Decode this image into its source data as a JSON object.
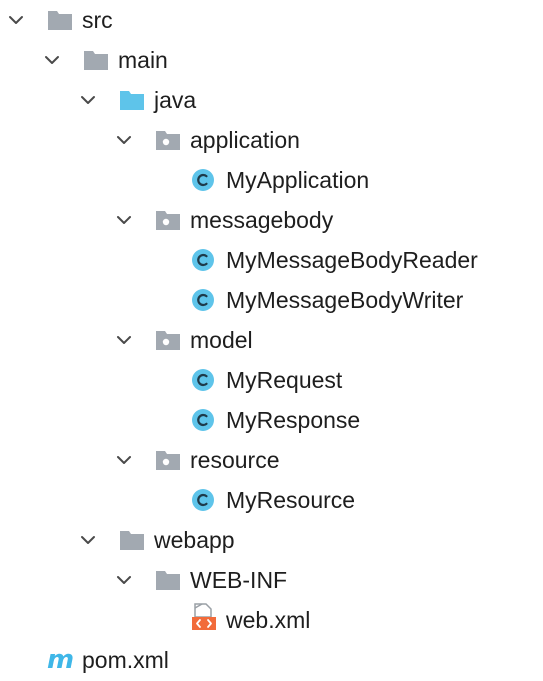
{
  "tree": {
    "colors": {
      "folder": "#a2a9b1",
      "source_folder": "#5ec4ea",
      "class_icon": "#5ec4ea",
      "xml_icon": "#f26b3a",
      "maven_icon": "#3fb7e8",
      "chevron": "#4a4a4a",
      "text": "#1e1e1e"
    },
    "rows": [
      {
        "id": "src",
        "label": "src",
        "depth": 0,
        "kind": "folder",
        "expanded": true,
        "icon": "folder-icon"
      },
      {
        "id": "main",
        "label": "main",
        "depth": 1,
        "kind": "folder",
        "expanded": true,
        "icon": "folder-icon"
      },
      {
        "id": "java",
        "label": "java",
        "depth": 2,
        "kind": "source-folder",
        "expanded": true,
        "icon": "source-folder-icon"
      },
      {
        "id": "application",
        "label": "application",
        "depth": 3,
        "kind": "package",
        "expanded": true,
        "icon": "package-icon"
      },
      {
        "id": "myapplication",
        "label": "MyApplication",
        "depth": 4,
        "kind": "class",
        "icon": "class-icon"
      },
      {
        "id": "messagebody",
        "label": "messagebody",
        "depth": 3,
        "kind": "package",
        "expanded": true,
        "icon": "package-icon"
      },
      {
        "id": "mymessagebodyreader",
        "label": "MyMessageBodyReader",
        "depth": 4,
        "kind": "class",
        "icon": "class-icon"
      },
      {
        "id": "mymessagebodywriter",
        "label": "MyMessageBodyWriter",
        "depth": 4,
        "kind": "class",
        "icon": "class-icon"
      },
      {
        "id": "model",
        "label": "model",
        "depth": 3,
        "kind": "package",
        "expanded": true,
        "icon": "package-icon"
      },
      {
        "id": "myrequest",
        "label": "MyRequest",
        "depth": 4,
        "kind": "class",
        "icon": "class-icon"
      },
      {
        "id": "myresponse",
        "label": "MyResponse",
        "depth": 4,
        "kind": "class",
        "icon": "class-icon"
      },
      {
        "id": "resource",
        "label": "resource",
        "depth": 3,
        "kind": "package",
        "expanded": true,
        "icon": "package-icon"
      },
      {
        "id": "myresource",
        "label": "MyResource",
        "depth": 4,
        "kind": "class",
        "icon": "class-icon"
      },
      {
        "id": "webapp",
        "label": "webapp",
        "depth": 2,
        "kind": "folder",
        "expanded": true,
        "icon": "folder-icon"
      },
      {
        "id": "web-inf",
        "label": "WEB-INF",
        "depth": 3,
        "kind": "folder",
        "expanded": true,
        "icon": "folder-icon"
      },
      {
        "id": "web-xml",
        "label": "web.xml",
        "depth": 4,
        "kind": "xml",
        "icon": "xml-file-icon"
      },
      {
        "id": "pom-xml",
        "label": "pom.xml",
        "depth": 0,
        "kind": "maven",
        "icon": "maven-icon"
      }
    ]
  }
}
